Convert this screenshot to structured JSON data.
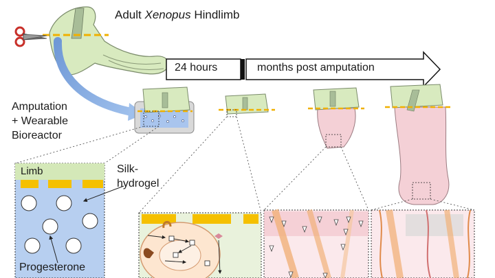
{
  "title": {
    "prefix": "Adult ",
    "italic": "Xenopus",
    "suffix": " Hindlimb"
  },
  "timeline": {
    "first": "24 hours",
    "second": "months post amputation"
  },
  "labels": {
    "amputation": [
      "Amputation",
      "+ Wearable",
      "Bioreactor"
    ],
    "silk": [
      "Silk-",
      "hydrogel"
    ],
    "limb": "Limb",
    "progesterone": "Progesterone"
  },
  "colors": {
    "limb_green": "#d4e8b8",
    "amputation_line": "#f0b000",
    "hydrogel_blue": "#a9c5ee",
    "tissue_pink": "#f4d0d6",
    "arrow_blue": "#7ea6dd"
  },
  "icons": [
    "scissors-icon",
    "curved-arrow-icon",
    "timeline-arrow-icon"
  ]
}
